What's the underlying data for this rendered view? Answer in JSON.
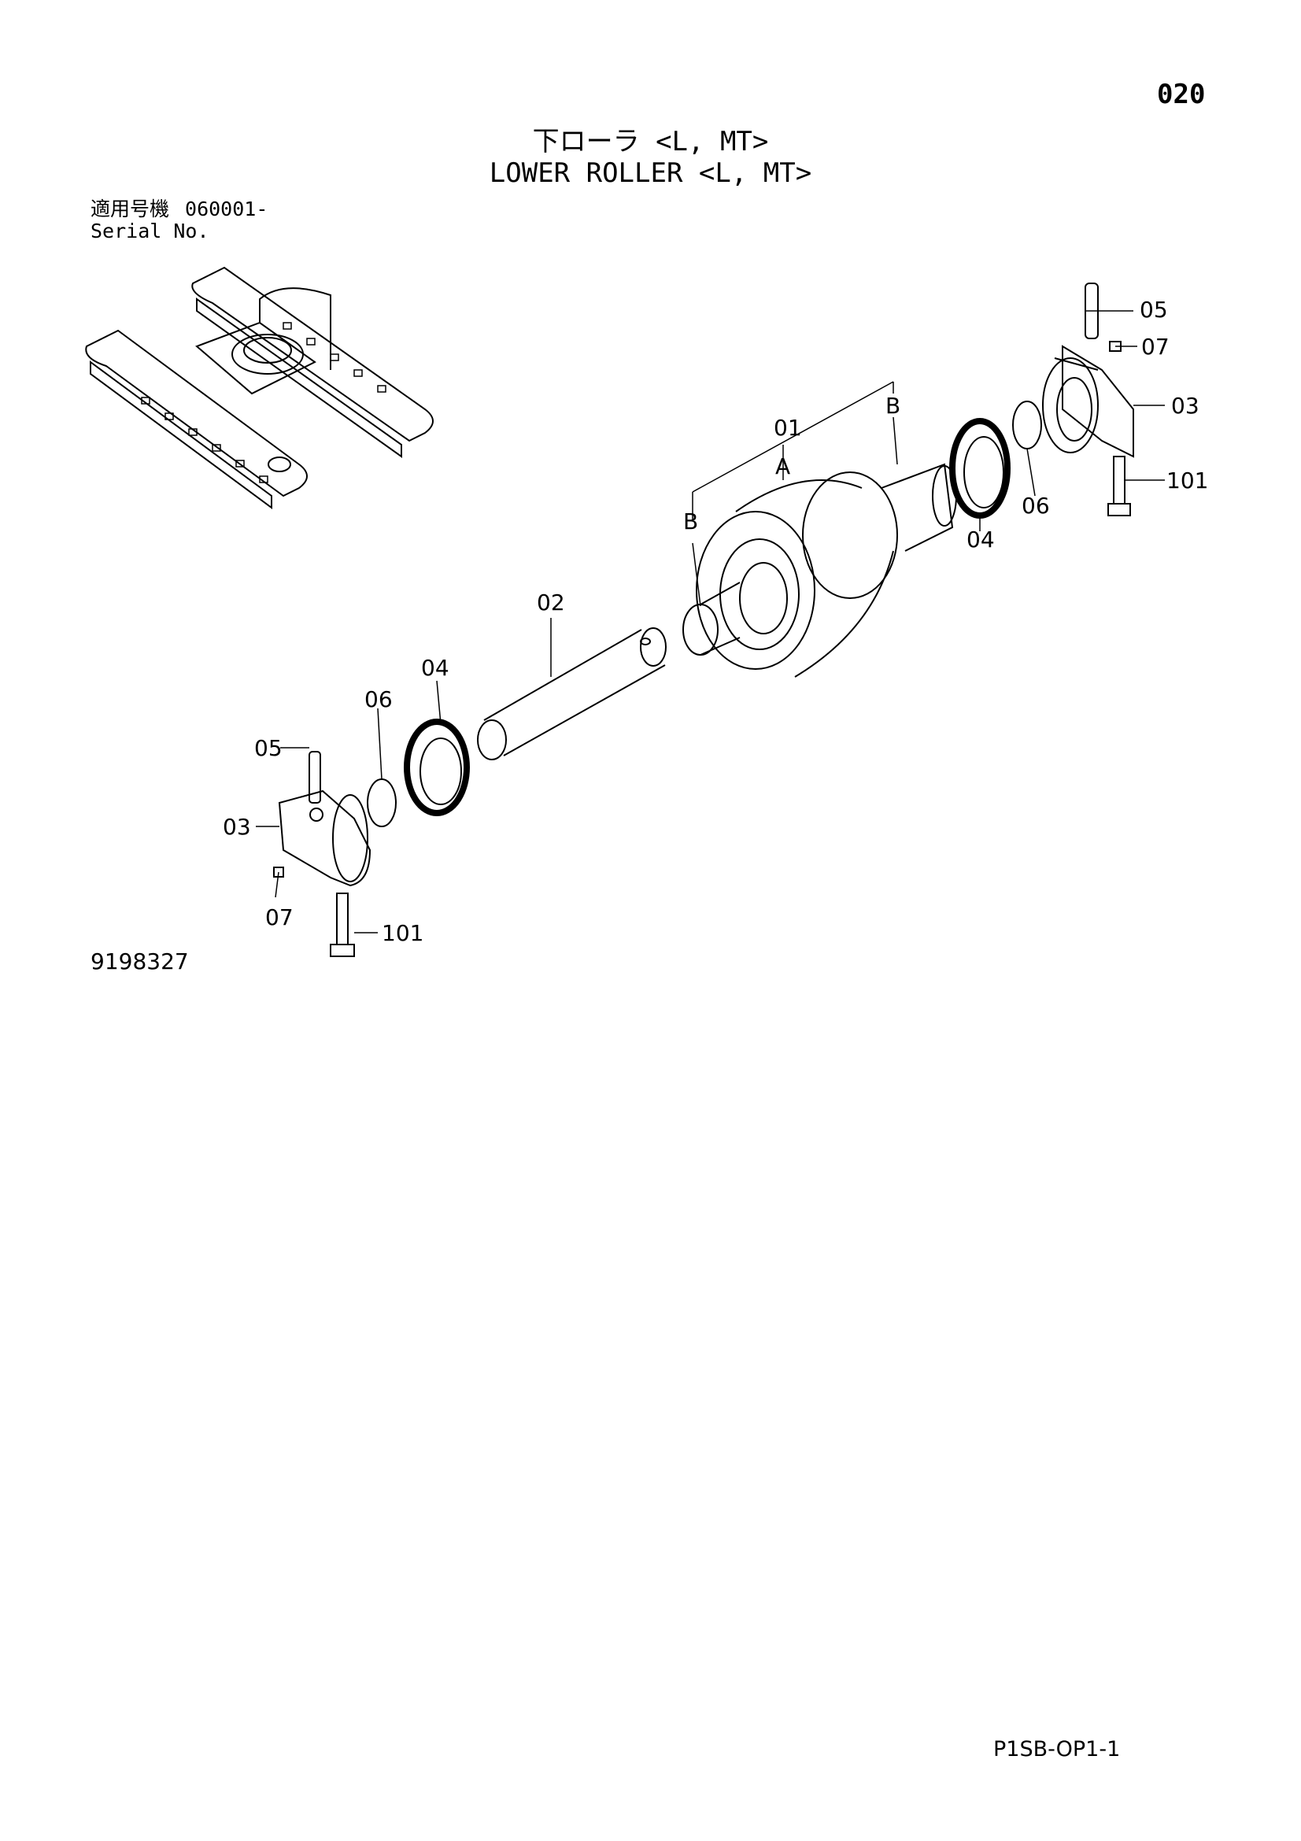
{
  "header": {
    "page_number": "020",
    "title_jp": "下ローラ <L, MT>",
    "title_en": "LOWER ROLLER <L, MT>",
    "serial_label_jp": "適用号機",
    "serial_value": "060001-",
    "serial_label_en": "Serial No."
  },
  "callouts": {
    "p01": "01",
    "p02": "02",
    "p03_right": "03",
    "p03_left": "03",
    "p04_right": "04",
    "p04_left": "04",
    "p05_right": "05",
    "p05_left": "05",
    "p06_right": "06",
    "p06_left": "06",
    "p07_right": "07",
    "p07_left": "07",
    "p101_right": "101",
    "p101_left": "101",
    "label_a": "A",
    "label_b_right": "B",
    "label_b_left": "B"
  },
  "footer": {
    "diagram_id": "9198327",
    "sheet_id": "P1SB-OP1-1"
  }
}
